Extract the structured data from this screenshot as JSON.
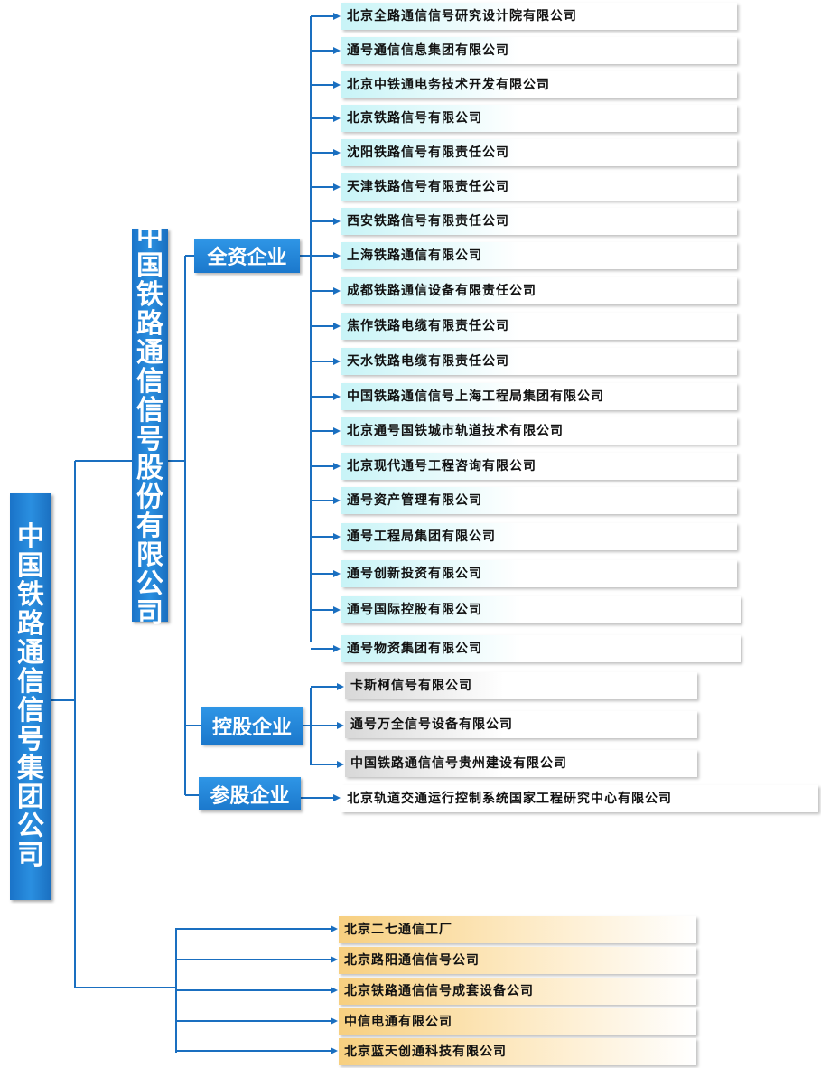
{
  "group": {
    "name": "中国铁路通信信号集团公司"
  },
  "company": {
    "name": "中国铁路通信信号股份有限公司"
  },
  "categories": {
    "wholly": "全资企业",
    "holding": "控股企业",
    "equity": "参股企业"
  },
  "wholly_items": [
    "北京全路通信信号研究设计院有限公司",
    "通号通信信息集团有限公司",
    "北京中铁通电务技术开发有限公司",
    "北京铁路信号有限公司",
    "沈阳铁路信号有限责任公司",
    "天津铁路信号有限责任公司",
    "西安铁路信号有限责任公司",
    "上海铁路通信有限公司",
    "成都铁路通信设备有限责任公司",
    "焦作铁路电缆有限责任公司",
    "天水铁路电缆有限责任公司",
    "中国铁路通信信号上海工程局集团有限公司",
    "北京通号国铁城市轨道技术有限公司",
    "北京现代通号工程咨询有限公司",
    "通号资产管理有限公司",
    "通号工程局集团有限公司",
    "通号创新投资有限公司",
    "通号国际控股有限公司",
    "通号物资集团有限公司"
  ],
  "holding_items": [
    "卡斯柯信号有限公司",
    "通号万全信号设备有限公司",
    "中国铁路通信信号贵州建设有限公司"
  ],
  "equity_items": [
    "北京轨道交通运行控制系统国家工程研究中心有限公司"
  ],
  "group_items": [
    "北京二七通信工厂",
    "北京路阳通信信号公司",
    "北京铁路通信信号成套设备公司",
    "中信电通有限公司",
    "北京蓝天创通科技有限公司"
  ],
  "colors": {
    "line": "#1a6fc0",
    "box_blue": "#1f7fd4",
    "leaf_cyan": "#c8f4f7",
    "leaf_gray": "#d8d8d8",
    "leaf_orange": "#f7cf7f"
  }
}
